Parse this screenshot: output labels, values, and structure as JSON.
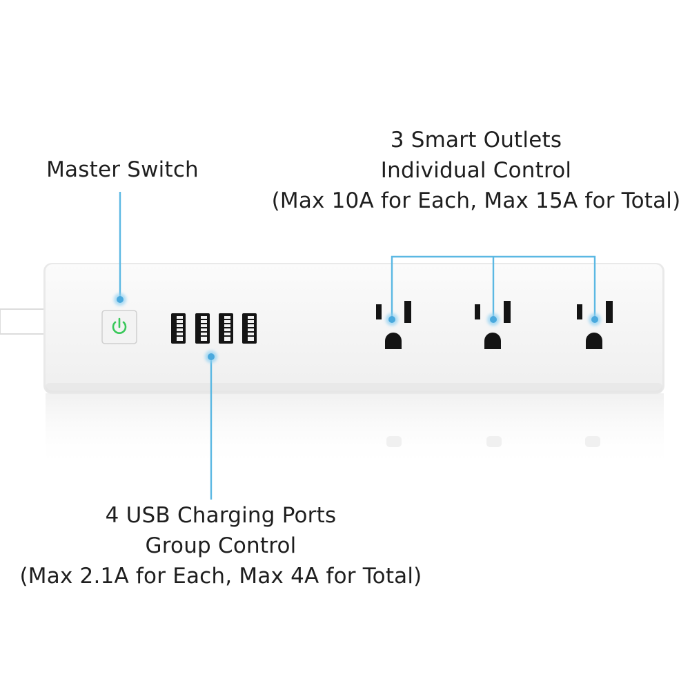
{
  "master_switch": {
    "label": "Master Switch"
  },
  "smart_outlets": {
    "title": "3 Smart Outlets",
    "subtitle": "Individual Control",
    "limits": "(Max 10A for Each, Max 15A for Total)"
  },
  "usb_ports": {
    "title": "4 USB Charging Ports",
    "subtitle": "Group Control",
    "limits": "(Max 2.1A for Each, Max 4A for Total)"
  },
  "colors": {
    "callout_line": "#5bb8e3",
    "callout_dot": "#4aa9dd",
    "power_icon": "#39c85a",
    "strip_body": "#f6f6f6",
    "port": "#141414"
  },
  "icons": [
    "power-icon",
    "usb-port-icon",
    "us-outlet-icon",
    "power-cord"
  ]
}
